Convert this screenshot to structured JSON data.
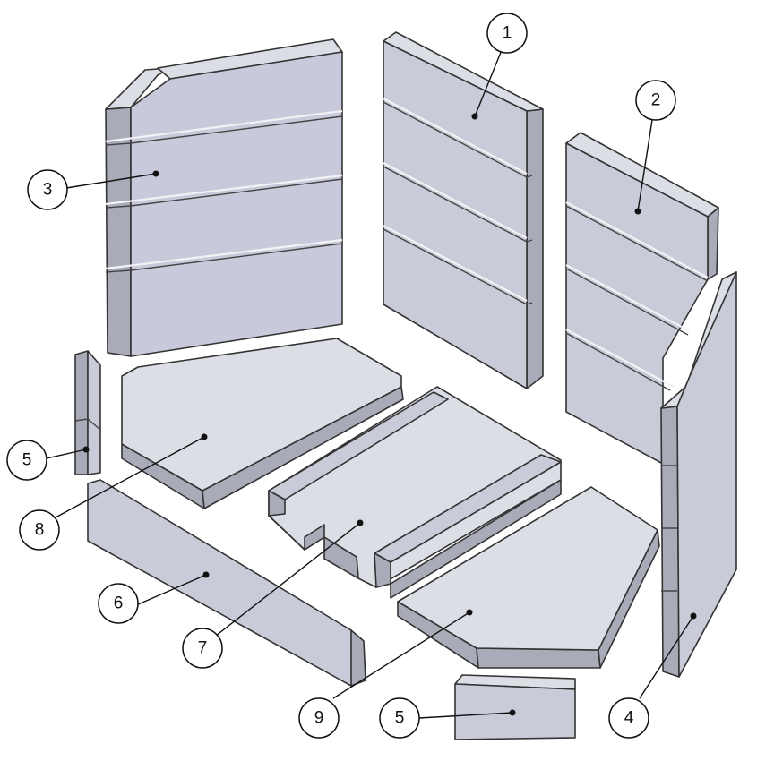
{
  "callouts": [
    {
      "id": "c1",
      "label": "1"
    },
    {
      "id": "c2",
      "label": "2"
    },
    {
      "id": "c3",
      "label": "3"
    },
    {
      "id": "c4",
      "label": "4"
    },
    {
      "id": "c5a",
      "label": "5"
    },
    {
      "id": "c5b",
      "label": "5"
    },
    {
      "id": "c6",
      "label": "6"
    },
    {
      "id": "c7",
      "label": "7"
    },
    {
      "id": "c8",
      "label": "8"
    },
    {
      "id": "c9",
      "label": "9"
    }
  ]
}
